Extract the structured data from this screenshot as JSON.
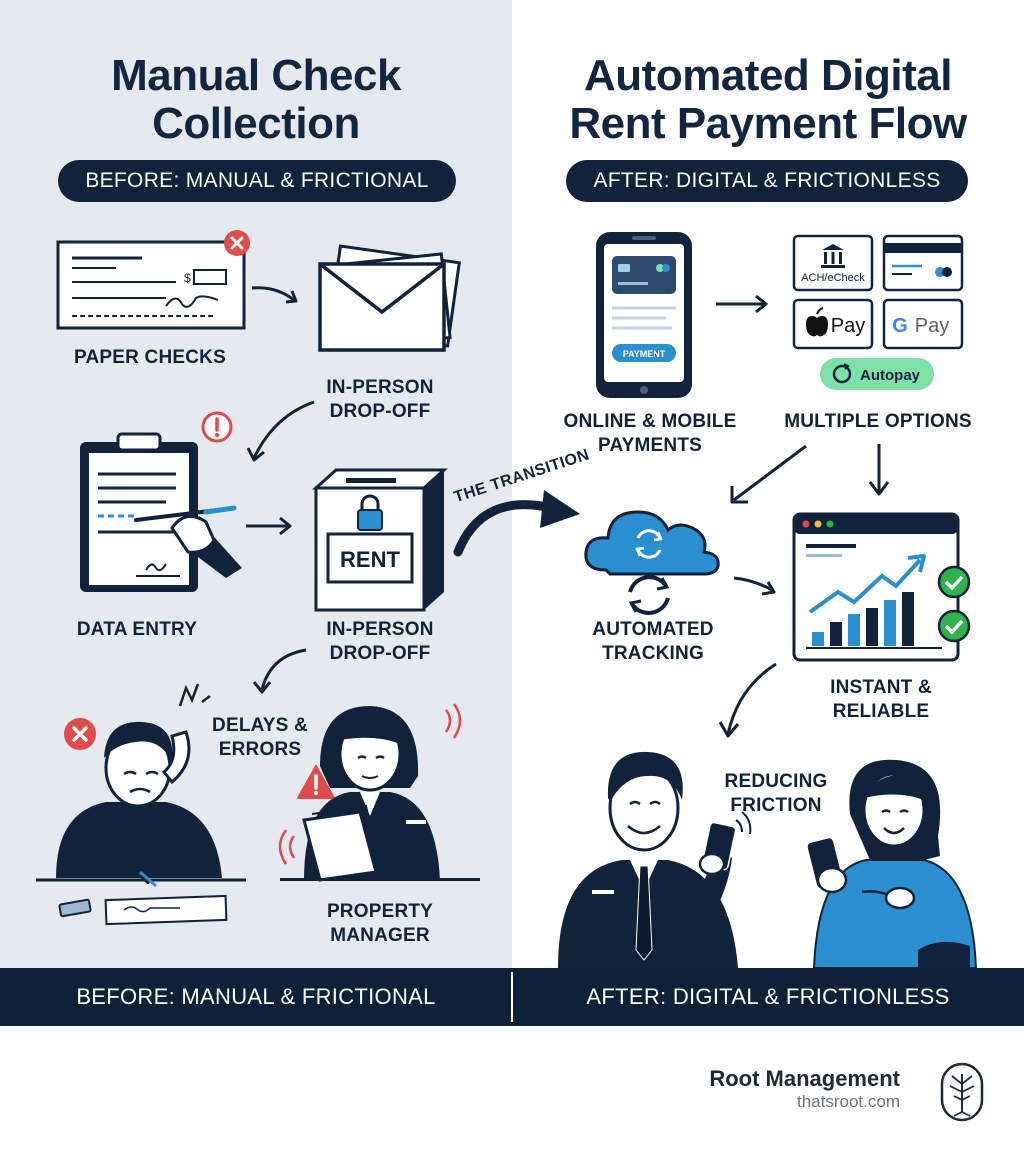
{
  "left": {
    "title_line1": "Manual Check",
    "title_line2": "Collection",
    "pill": "BEFORE: MANUAL & FRICTIONAL",
    "labels": {
      "paper_checks": "PAPER CHECKS",
      "dropoff_1_l1": "IN-PERSON",
      "dropoff_1_l2": "DROP-OFF",
      "data_entry": "DATA ENTRY",
      "dropoff_2_l1": "IN-PERSON",
      "dropoff_2_l2": "DROP-OFF",
      "delays_l1": "DELAYS &",
      "delays_l2": "ERRORS",
      "manager_l1": "PROPERTY",
      "manager_l2": "MANAGER"
    },
    "rent_box_label": "RENT",
    "check_dollar": "$"
  },
  "right": {
    "title_line1": "Automated Digital",
    "title_line2": "Rent Payment Flow",
    "pill": "AFTER: DIGITAL & FRICTIONLESS",
    "phone_button": "PAYMENT",
    "options": {
      "ach": "ACH/eCheck",
      "apple_pay": "Pay",
      "google_pay": "Pay",
      "autopay": "Autopay"
    },
    "labels": {
      "online_l1": "ONLINE & MOBILE",
      "online_l2": "PAYMENTS",
      "multiple": "MULTIPLE OPTIONS",
      "tracking_l1": "AUTOMATED",
      "tracking_l2": "TRACKING",
      "instant_l1": "INSTANT &",
      "instant_l2": "RELIABLE",
      "friction_l1": "REDUCING",
      "friction_l2": "FRICTION"
    }
  },
  "transition": "THE TRANSITION",
  "footer": {
    "left": "BEFORE: MANUAL & FRICTIONAL",
    "right": "AFTER: DIGITAL & FRICTIONLESS"
  },
  "brand": {
    "name": "Root Management",
    "url": "thatsroot.com"
  },
  "colors": {
    "navy": "#10233a",
    "blue": "#2a8fd0",
    "red": "#e04b4b",
    "green": "#2fb34a",
    "mint": "#7de0a8",
    "left_bg": "#e6eaf0"
  }
}
